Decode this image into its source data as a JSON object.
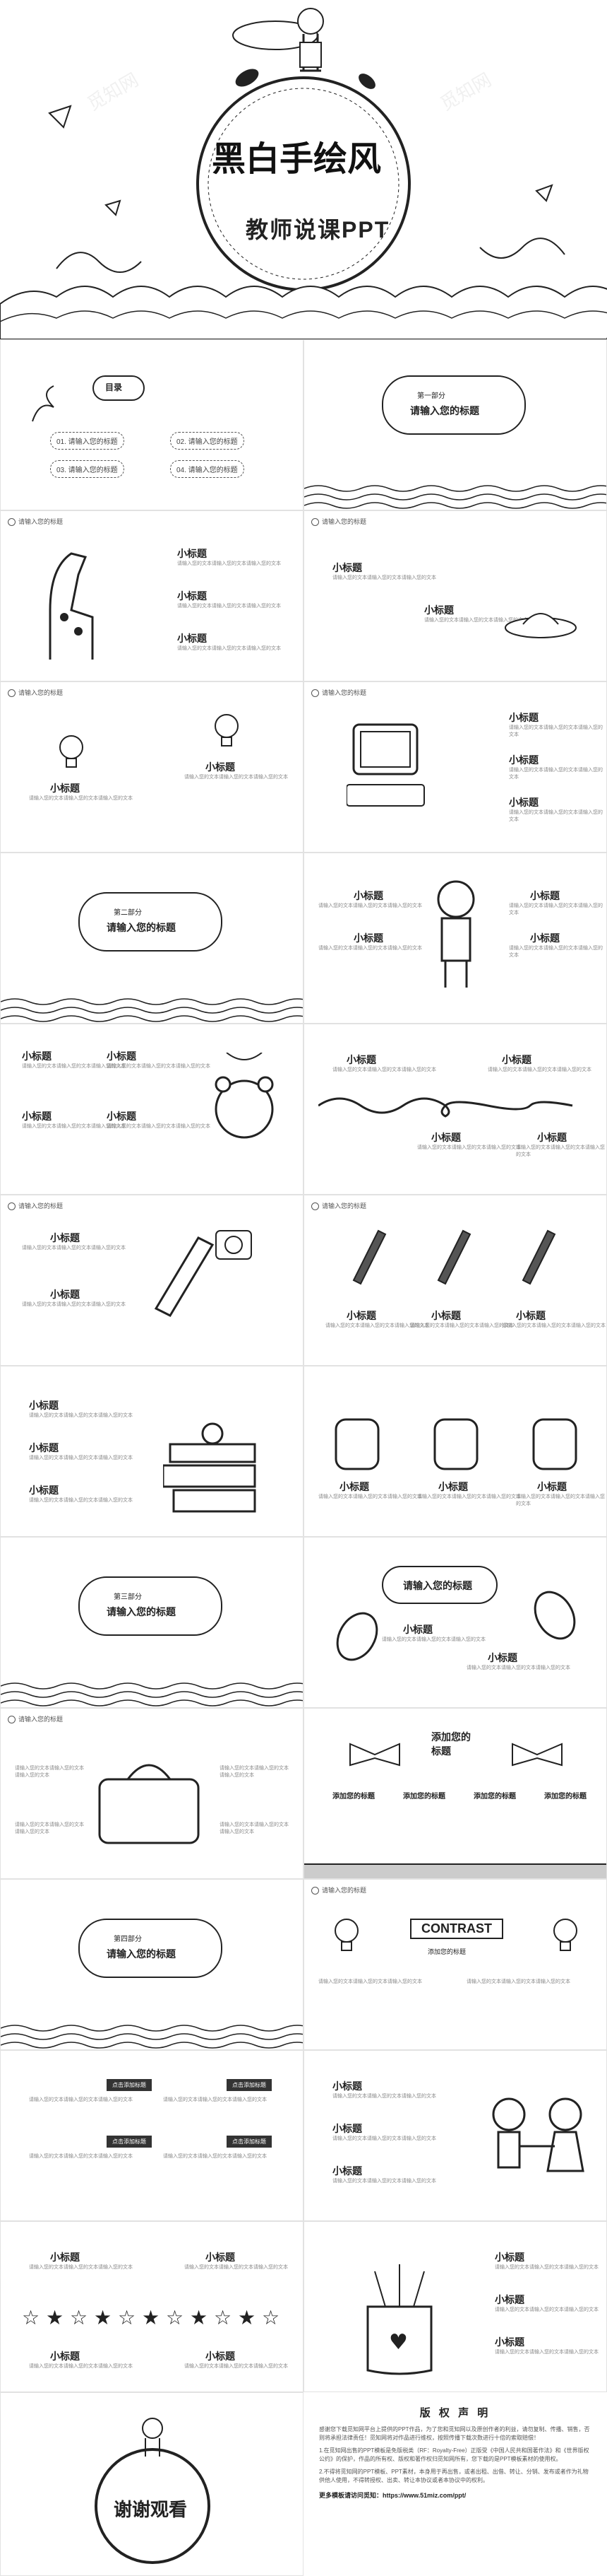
{
  "hero": {
    "title": "黑白手绘风",
    "subtitle": "教师说课PPT"
  },
  "toc": {
    "heading": "目录",
    "items": [
      "01.  请输入您的标题",
      "02.  请输入您的标题",
      "03.  请输入您的标题",
      "04.  请输入您的标题"
    ]
  },
  "section_labels": {
    "part1": "第一部分",
    "part2": "第二部分",
    "part3": "第三部分",
    "part4": "第四部分"
  },
  "section_title": "请输入您的标题",
  "mini_heading": "请输入您的标题",
  "subtitle": "小标题",
  "body_text": "请输入您的文本请输入您的文本请输入您的文本",
  "add_title": "添加您的标题",
  "add_title_two_line": "添加您的\n标题",
  "contrast": "CONTRAST",
  "contrast_sub": "添加您的标题",
  "tag_text": "点击添加标题",
  "thanks": "谢谢观看",
  "copyright": {
    "title": "版 权 声 明",
    "paragraphs": [
      "感谢您下载觅知网平台上提供的PPT作品，为了您和觅知网以及原创作者的利益，请勿复制、传播、销售，否则将承担法律责任！觅知网将对作品进行维权，按照传播下载次数进行十倍的索取赔偿！",
      "1.在觅知网出售的PPT模板是免版税类（RF：Royalty-Free）正版受《中国人民共和国著作法》和《世界版权公约》的保护，作品的所有权、版权和著作权归觅知网所有，您下载的是PPT模板素材的使用权。",
      "2.不得将觅知网的PPT模板、PPT素材，本身用于再出售，或者出租、出借、转让、分销、发布或者作为礼物供他人使用，不得转授权、出卖、转让本协议或者本协议中的权利。"
    ],
    "link_label": "更多模板请访问觅知：",
    "link_url": "https://www.51miz.com/ppt/"
  },
  "watermark": "觅知网"
}
